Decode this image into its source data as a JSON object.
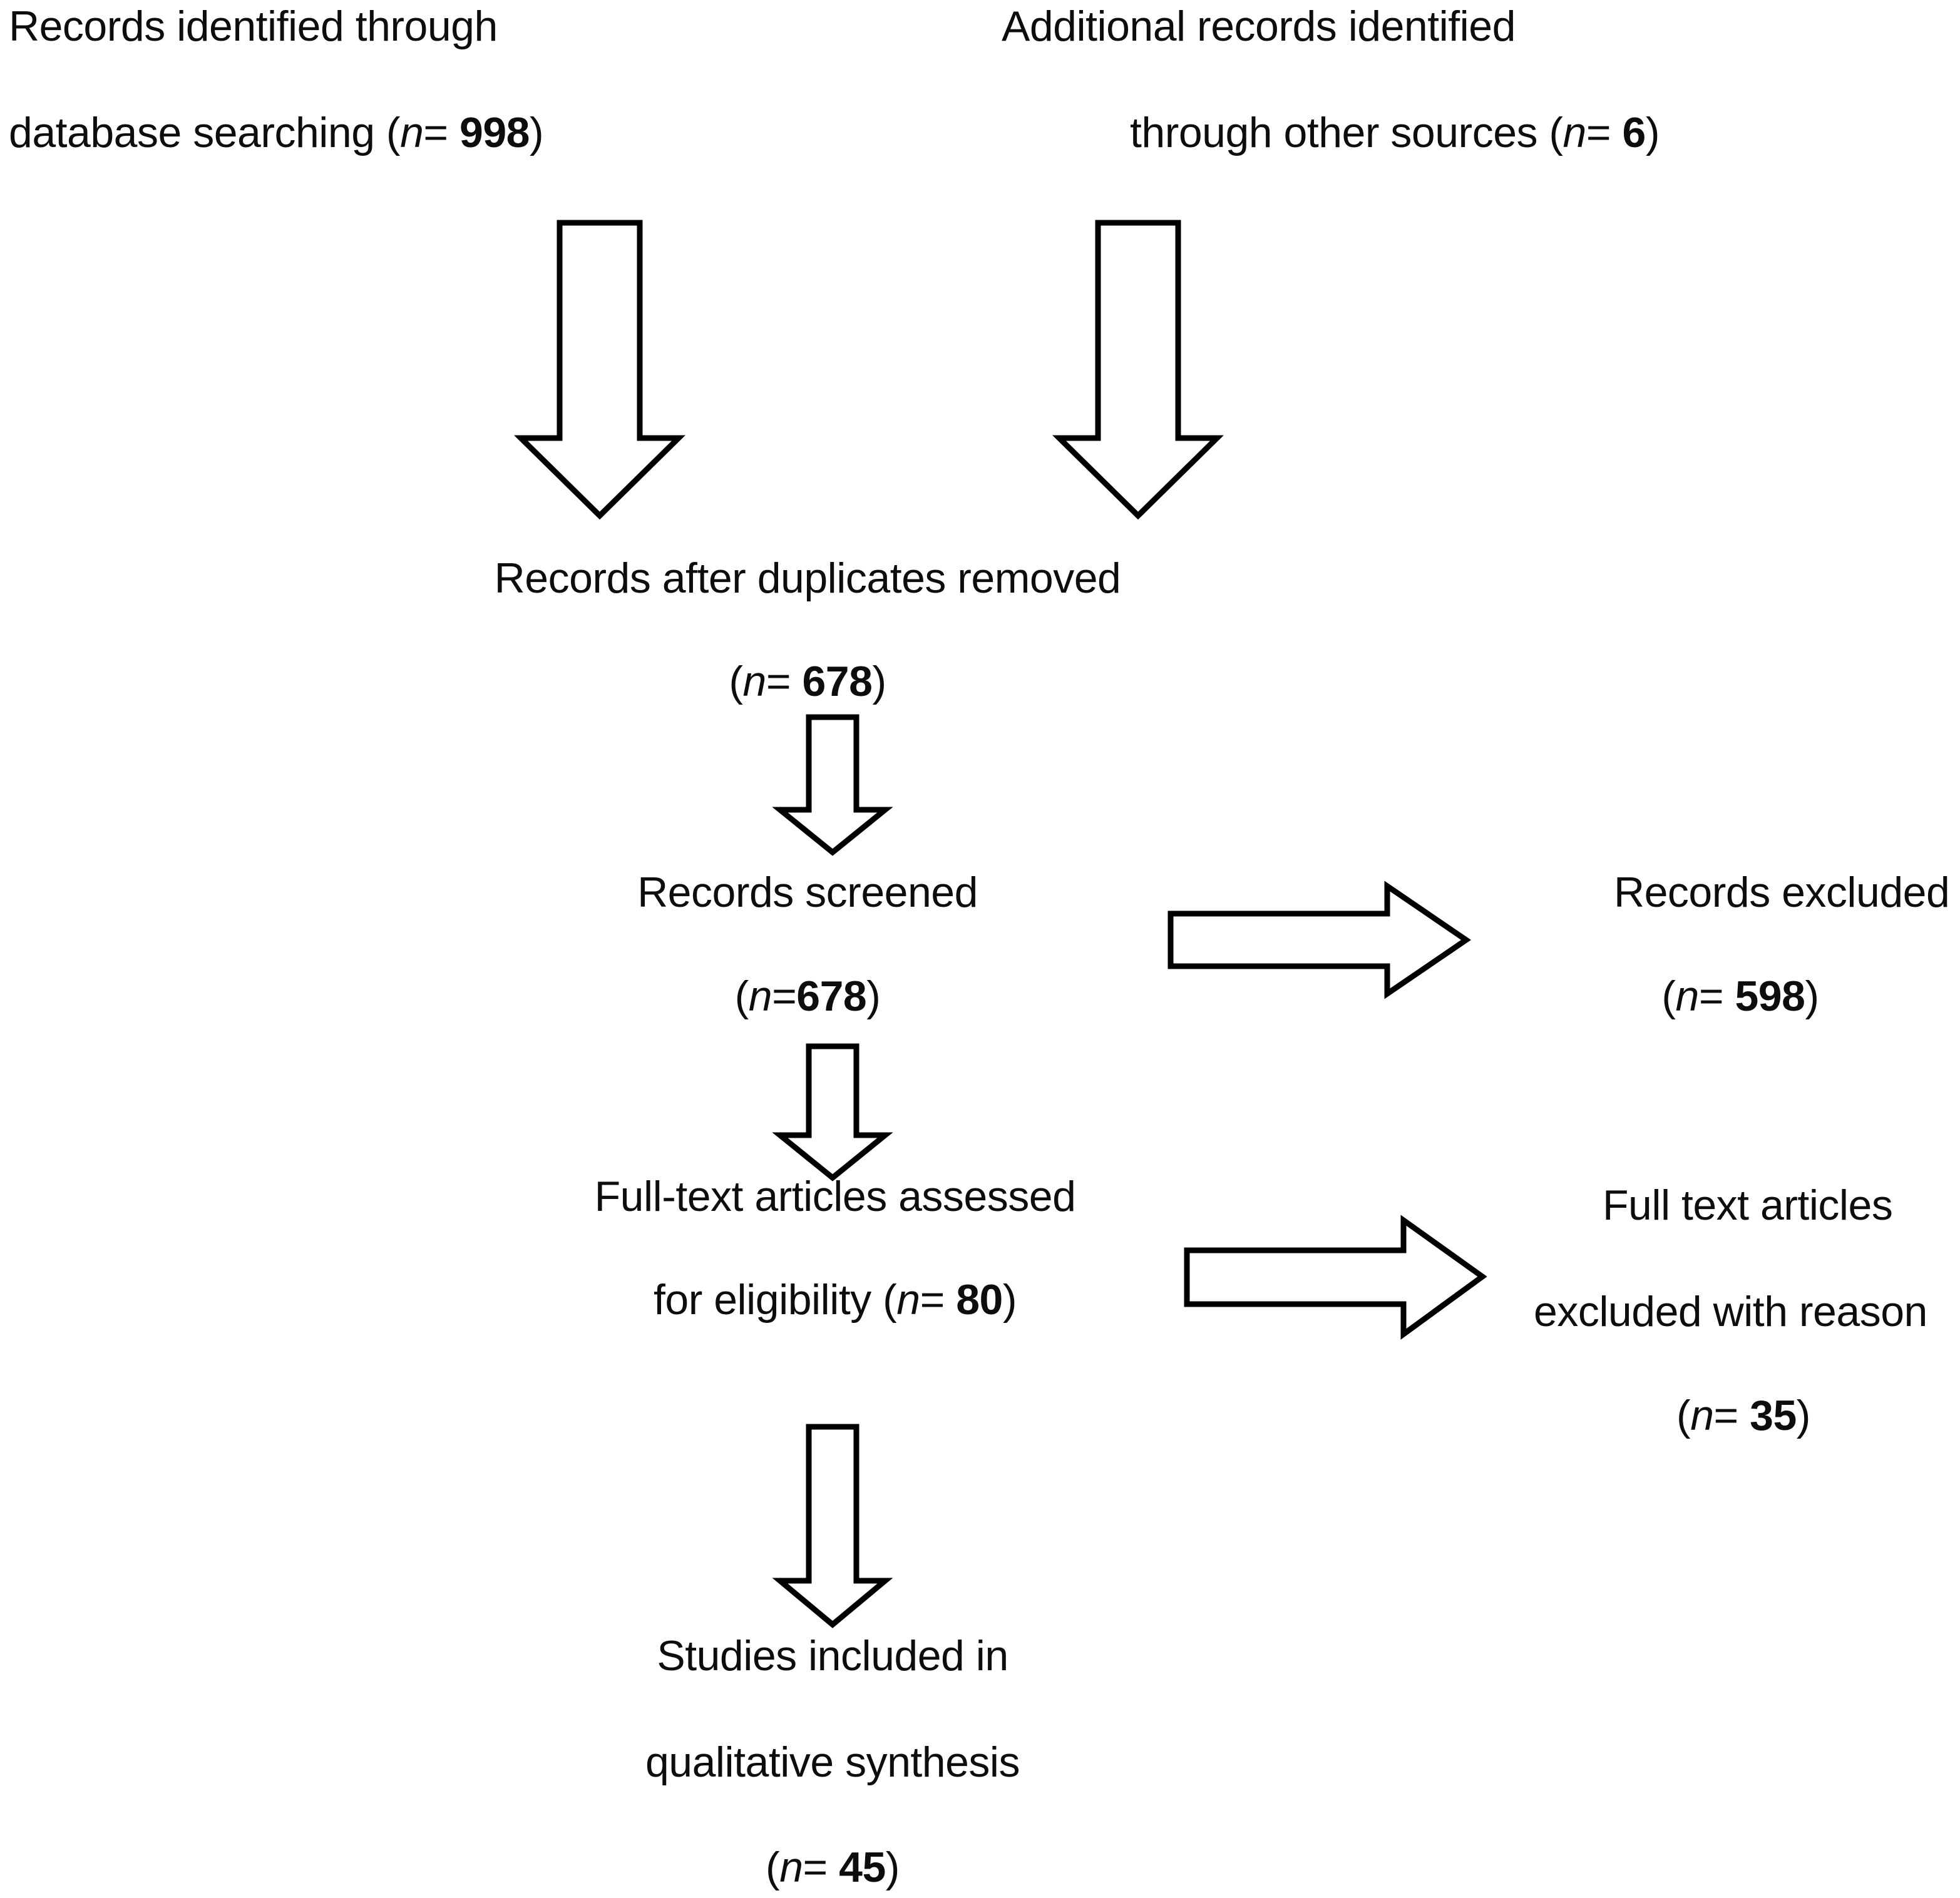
{
  "diagram": {
    "type": "prisma-flow-diagram",
    "title": "",
    "nodes": [
      {
        "id": "identification-database",
        "lines": [
          {
            "text": "Records identified through",
            "n_label": "",
            "n_value": ""
          },
          {
            "text": "database searching (",
            "n_label": "n",
            "n_sep": "= ",
            "n_value": "998",
            "suffix": ")"
          }
        ],
        "full_text": "Records identified through database searching (n= 998)"
      },
      {
        "id": "identification-other",
        "lines": [
          {
            "text": "Additional records identified",
            "n_label": "",
            "n_value": ""
          },
          {
            "text": "through other sources (",
            "n_label": "n",
            "n_sep": "= ",
            "n_value": "6",
            "suffix": ")"
          }
        ],
        "full_text": "Additional records identified through other sources (n= 6)"
      },
      {
        "id": "duplicates-removed",
        "lines": [
          {
            "text": "Records after duplicates removed",
            "n_label": "",
            "n_value": ""
          },
          {
            "text": "(",
            "n_label": "n",
            "n_sep": "= ",
            "n_value": "678",
            "suffix": ")"
          }
        ],
        "full_text": "Records after duplicates removed (n= 678)"
      },
      {
        "id": "records-screened",
        "lines": [
          {
            "text": "Records screened",
            "n_label": "",
            "n_value": ""
          },
          {
            "text": "(",
            "n_label": "n",
            "n_sep": "=",
            "n_value": "678",
            "suffix": ")"
          }
        ],
        "full_text": "Records screened (n=678)"
      },
      {
        "id": "records-excluded",
        "lines": [
          {
            "text": "Records excluded",
            "n_label": "",
            "n_value": ""
          },
          {
            "text": "(",
            "n_label": "n",
            "n_sep": "= ",
            "n_value": "598",
            "suffix": ")"
          }
        ],
        "full_text": "Records excluded (n= 598)"
      },
      {
        "id": "fulltext-assessed",
        "lines": [
          {
            "text": "Full-text articles assessed",
            "n_label": "",
            "n_value": ""
          },
          {
            "text": "for eligibility (",
            "n_label": "n",
            "n_sep": "= ",
            "n_value": "80",
            "suffix": ")"
          }
        ],
        "full_text": "Full-text articles assessed for eligibility (n= 80)"
      },
      {
        "id": "fulltext-excluded",
        "lines": [
          {
            "text": "Full text articles",
            "n_label": "",
            "n_value": ""
          },
          {
            "text": "excluded with reason",
            "n_label": "",
            "n_value": ""
          },
          {
            "text": "(",
            "n_label": "n",
            "n_sep": "= ",
            "n_value": "35",
            "suffix": ")"
          }
        ],
        "full_text": "Full text articles excluded with reason (n= 35)"
      },
      {
        "id": "studies-included",
        "lines": [
          {
            "text": "Studies included in",
            "n_label": "",
            "n_value": ""
          },
          {
            "text": "qualitative synthesis",
            "n_label": "",
            "n_value": ""
          },
          {
            "text": "(",
            "n_label": "n",
            "n_sep": "= ",
            "n_value": "45",
            "suffix": ")"
          }
        ],
        "full_text": "Studies included in qualitative synthesis (n= 45)"
      }
    ],
    "labels": {
      "l1_line1": "Records identified through",
      "l1_line2_pre": "database searching (",
      "l1_line2_n": "n",
      "l1_line2_eq": "= ",
      "l1_line2_val": "998",
      "l1_line2_post": ")",
      "l2_line1": "Additional records identified",
      "l2_line2_pre": "through other sources (",
      "l2_line2_n": "n",
      "l2_line2_eq": "= ",
      "l2_line2_val": "6",
      "l2_line2_post": ")",
      "l3_line1": "Records after duplicates removed",
      "l3_line2_pre": "(",
      "l3_line2_n": "n",
      "l3_line2_eq": "= ",
      "l3_line2_val": "678",
      "l3_line2_post": ")",
      "l4_line1": "Records screened",
      "l4_line2_pre": "(",
      "l4_line2_n": "n",
      "l4_line2_eq": "=",
      "l4_line2_val": "678",
      "l4_line2_post": ")",
      "l5_line1": "Records excluded",
      "l5_line2_pre": "(",
      "l5_line2_n": "n",
      "l5_line2_eq": "= ",
      "l5_line2_val": "598",
      "l5_line2_post": ")",
      "l6_line1": "Full-text articles assessed",
      "l6_line2_pre": "for eligibility (",
      "l6_line2_n": "n",
      "l6_line2_eq": "= ",
      "l6_line2_val": "80",
      "l6_line2_post": ")",
      "l7_line1": "Full text articles",
      "l7_line2": "excluded with reason",
      "l7_line3_pre": "(",
      "l7_line3_n": "n",
      "l7_line3_eq": "= ",
      "l7_line3_val": "35",
      "l7_line3_post": ")",
      "l8_line1": "Studies included in",
      "l8_line2": "qualitative synthesis",
      "l8_line3_pre": "(",
      "l8_line3_n": "n",
      "l8_line3_eq": "= ",
      "l8_line3_val": "45",
      "l8_line3_post": ")"
    },
    "colors": {
      "text": "#0d0d0d",
      "stroke": "#000000",
      "fill": "#ffffff",
      "background": "#ffffff"
    }
  }
}
